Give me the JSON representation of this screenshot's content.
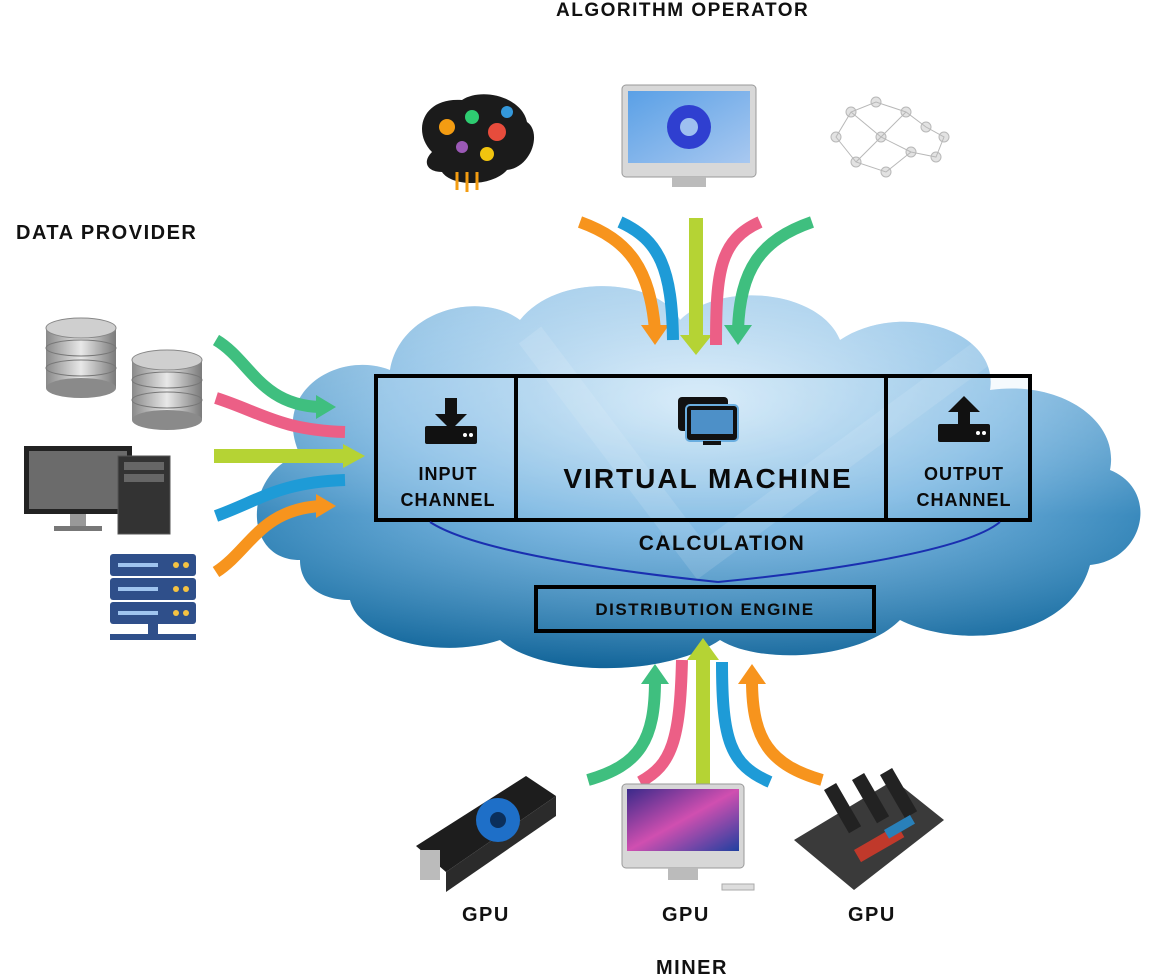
{
  "labels": {
    "algorithm_operator": "ALGORITHM OPERATOR",
    "data_provider": "DATA PROVIDER",
    "miner": "MINER",
    "gpu_1": "GPU",
    "gpu_2": "GPU",
    "gpu_3": "GPU"
  },
  "cloud": {
    "input_channel_line1": "INPUT",
    "input_channel_line2": "CHANNEL",
    "virtual_machine": "VIRTUAL MACHINE",
    "output_channel_line1": "OUTPUT",
    "output_channel_line2": "CHANNEL",
    "calculation": "CALCULATION",
    "distribution_engine": "DISTRIBUTION ENGINE"
  },
  "colors": {
    "cloud_light": "#cfe6f8",
    "cloud_dark": "#0d6fa8",
    "arrow_orange": "#f7941d",
    "arrow_blue": "#1e9bd7",
    "arrow_green_yellow": "#b5d334",
    "arrow_pink": "#ec5f86",
    "arrow_green": "#3fbf7f"
  },
  "icons": {
    "algorithm_operator": [
      "brain-circuit-icon",
      "monitor-gear-icon",
      "neural-network-icon"
    ],
    "data_provider": [
      "database-icon",
      "database-icon",
      "desktop-tower-icon",
      "server-rack-icon"
    ],
    "miner": [
      "gpu-card-icon",
      "imac-icon",
      "mining-rig-icon"
    ],
    "cloud": [
      "download-icon",
      "virtual-machine-icon",
      "upload-icon"
    ]
  }
}
